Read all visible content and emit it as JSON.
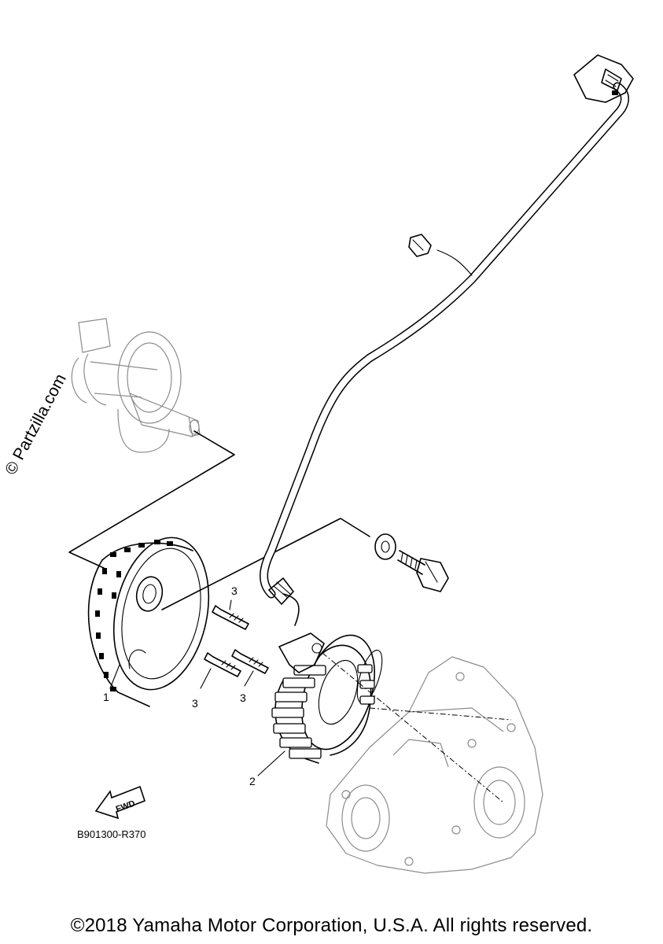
{
  "watermark": "© Partzilla.com",
  "callouts": {
    "flywheel": "1",
    "stator": "2",
    "bolt_upper": "3",
    "bolt_lower_left": "3",
    "bolt_lower_right": "3"
  },
  "fwd_label": "FWD",
  "diagram_code": "B901300-R370",
  "copyright": "©2018 Yamaha Motor Corporation, U.S.A. All rights reserved."
}
